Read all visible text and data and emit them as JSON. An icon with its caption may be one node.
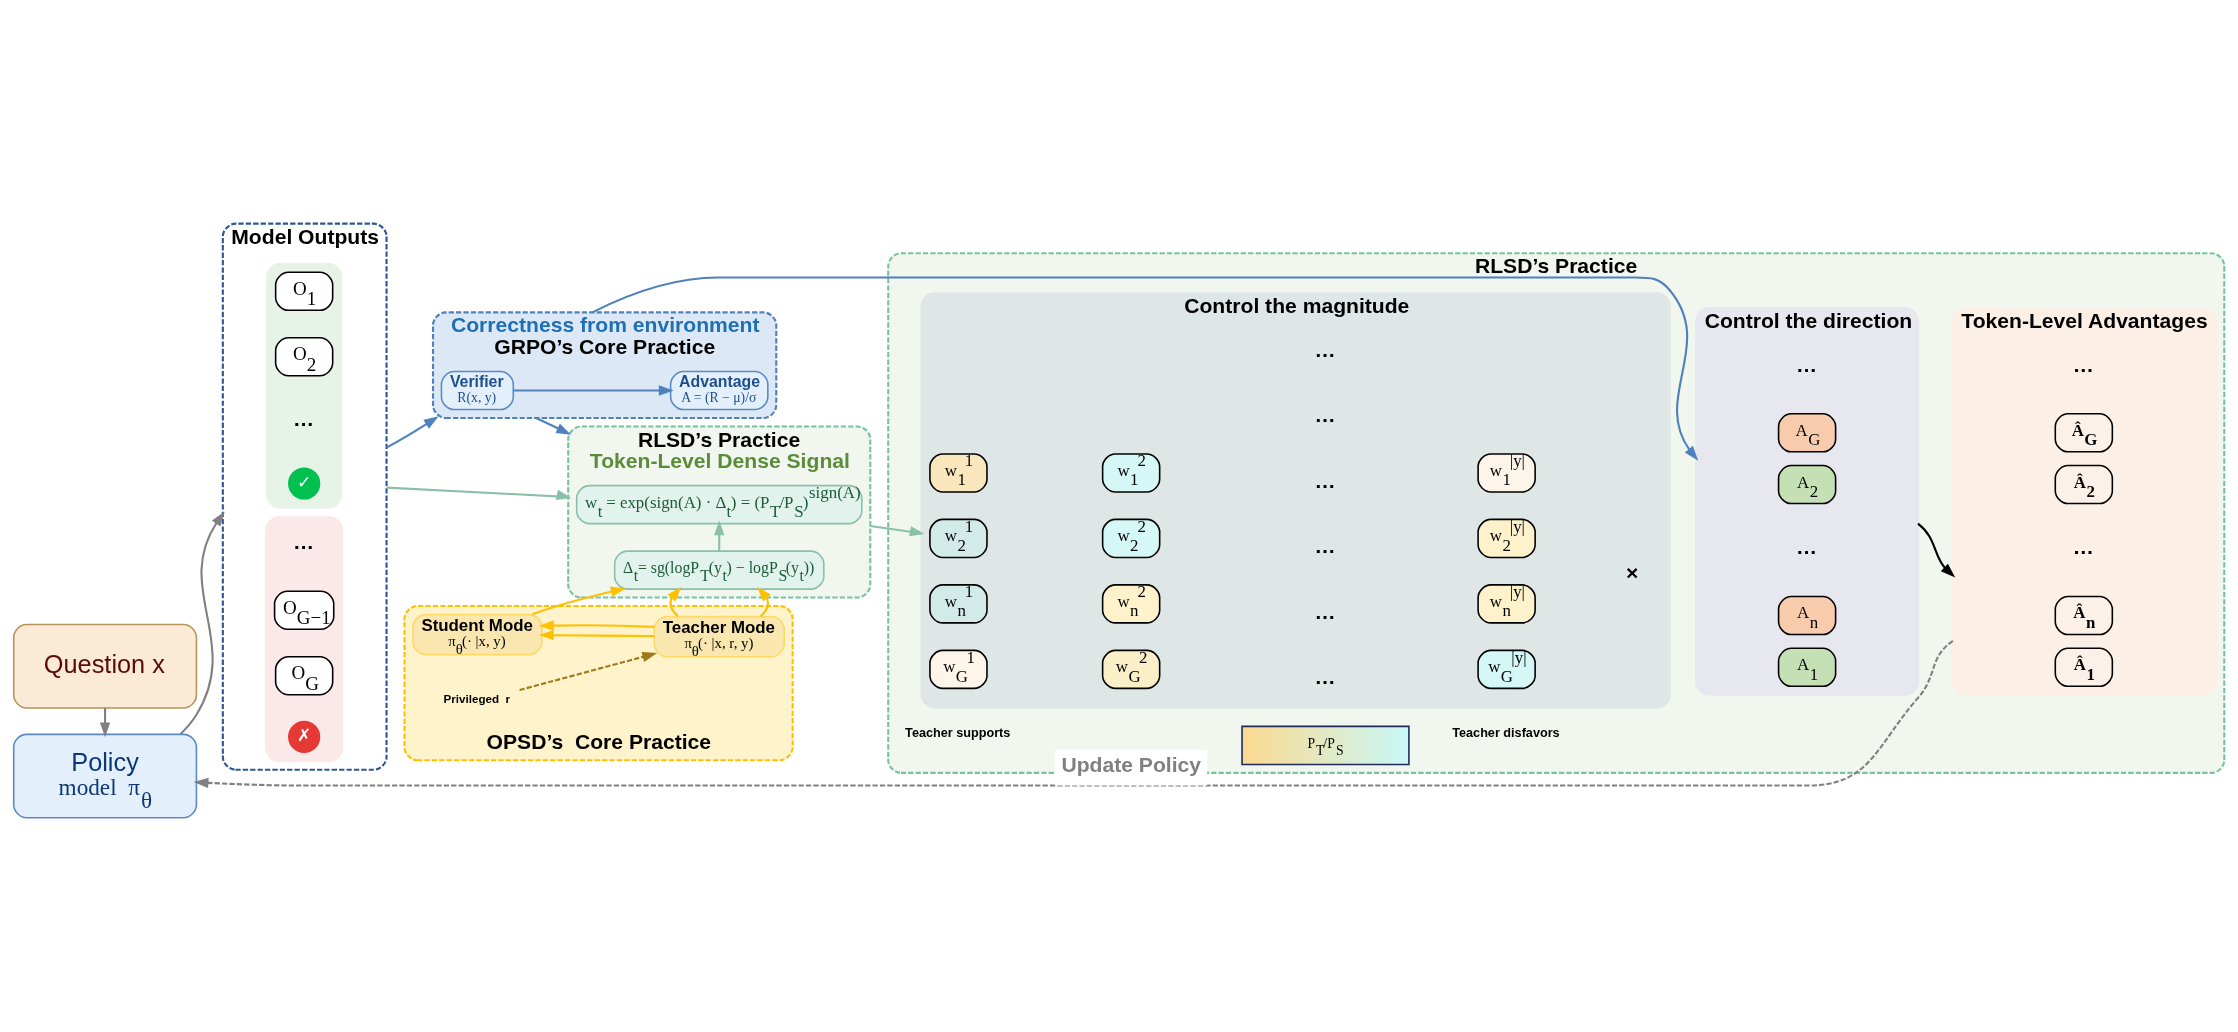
{
  "diagram": {
    "nodes": [
      {
        "text": [
          "Policy",
          "model  π$_{θ}$"
        ]
      },
      {
        "text": [
          "Question x"
        ]
      },
      {
        "text": [
          "Model Outputs"
        ]
      },
      {
        "text": [],
        "shape": "box",
        "in": 2
      },
      {
        "text": [
          "O$_{1}$"
        ],
        "in": 3
      },
      {
        "text": [
          "O$_{2}$"
        ],
        "in": 3
      },
      {
        "text": [
          "✓"
        ],
        "in": 3
      },
      {
        "text": [],
        "shape": "box",
        "in": 2
      },
      {
        "text": [
          "O$_{G−1}$"
        ],
        "in": 7
      },
      {
        "text": [
          "O$_{G}$"
        ],
        "in": 7
      },
      {
        "text": [
          "✗"
        ],
        "in": 7
      },
      {
        "text": [
          "OPSD’s  Core Practice"
        ]
      },
      {
        "text": [
          "Student Mode",
          "π$_{θ}$(· |x, y)"
        ],
        "in": 11
      },
      {
        "text": [
          "Teacher Mode",
          "π$_{θ}$(· |x, r, y)"
        ],
        "in": 11
      },
      {
        "text": [
          "Privileged  r"
        ],
        "in": 11
      },
      {
        "text": [
          "RLSD’s Practice",
          "Token-Level Dense Signal"
        ]
      },
      {
        "text": [
          "Δ$_{t}$= sg(logP$_{T}$(y$_{t}$) − logP$_{S}$(y$_{t}$))"
        ],
        "in": 15
      },
      {
        "text": [
          "w$_{t}$ = exp(sign(A) · Δ$_{t}$) = (P$_{T}$/P$_{S}$)$^{sign(A)}$"
        ],
        "in": 15
      },
      {
        "text": [
          "Correctness from environment",
          "GRPO’s Core Practice"
        ]
      },
      {
        "text": [
          "Verifier",
          "R(x, y)"
        ],
        "in": 18
      },
      {
        "text": [
          "Advantage",
          "A = (R − μ)/σ"
        ],
        "in": 18
      },
      {
        "text": [
          "RLSD’s Practice"
        ]
      },
      {
        "text": [
          "Control the magnitude"
        ],
        "in": 21
      },
      {
        "text": [
          "w$_{1}$$^{1}$"
        ],
        "in": 22
      },
      {
        "text": [
          "w$_{1}$$^{2}$"
        ],
        "in": 22
      },
      {
        "text": [
          "w$_{1}$$^{|y|}$"
        ],
        "in": 22
      },
      {
        "text": [
          "w$_{2}$$^{1}$"
        ],
        "in": 22
      },
      {
        "text": [
          "w$_{2}$$^{2}$"
        ],
        "in": 22
      },
      {
        "text": [
          "w$_{2}$$^{|y|}$"
        ],
        "in": 22
      },
      {
        "text": [
          "w$_{n}$$^{1}$"
        ],
        "in": 22
      },
      {
        "text": [
          "w$_{n}$$^{2}$"
        ],
        "in": 22
      },
      {
        "text": [
          "w$_{n}$$^{|y|}$"
        ],
        "in": 22
      },
      {
        "text": [
          "w$_{G}$$^{1}$"
        ],
        "in": 22
      },
      {
        "text": [
          "w$_{G}$$^{2}$"
        ],
        "in": 22
      },
      {
        "text": [
          "w$_{G}$$^{|y|}$"
        ],
        "in": 22
      },
      {
        "text": [
          "P$_{T}$/P$_{S}$"
        ],
        "in": 21
      },
      {
        "text": [
          "Control the direction"
        ],
        "in": 21
      },
      {
        "text": [
          "A$_{1}$"
        ],
        "in": 36
      },
      {
        "text": [
          "A$_{2}$"
        ],
        "in": 36
      },
      {
        "text": [
          "A$_{n}$"
        ],
        "in": 36
      },
      {
        "text": [
          "A$_{G}$"
        ],
        "in": 36
      },
      {
        "text": [
          "Token-Level Advantages"
        ],
        "in": 21
      },
      {
        "text": [
          "Â$_{1}$"
        ],
        "in": 41
      },
      {
        "text": [
          "Â$_{2}$"
        ],
        "in": 41
      },
      {
        "text": [
          "Â$_{n}$"
        ],
        "in": 41
      },
      {
        "text": [
          "Â$_{G}$"
        ],
        "in": 41
      }
    ],
    "edges": [
      {
        "from": 1,
        "to": 0,
        "arrow": "to",
        "color": "#808080"
      },
      {
        "from": 0,
        "to": 2,
        "arrow": "to",
        "color": "#808080"
      },
      {
        "from": 2,
        "to": 15,
        "arrow": "to",
        "color": "#8abfa8"
      },
      {
        "from": 2,
        "to": 18,
        "arrow": "to",
        "color": "#4f81bd"
      },
      {
        "from": 13,
        "to": 12,
        "arrow": "to",
        "color": "#ffc000"
      },
      {
        "from": 13,
        "to": 12,
        "arrow": "to",
        "color": "#ffc000"
      },
      {
        "from": 14,
        "to": 13,
        "arrow": "to",
        "style": "dashed",
        "color": "#a07a1a"
      },
      {
        "from": 12,
        "to": 16,
        "arrow": "to",
        "color": "#ffc000"
      },
      {
        "from": 13,
        "to": 16,
        "arrow": "to",
        "color": "#ffc000"
      },
      {
        "from": 16,
        "to": 17,
        "arrow": "to",
        "color": "#8abfa8"
      },
      {
        "from": 18,
        "to": 15,
        "arrow": "to",
        "color": "#4f81bd"
      },
      {
        "from": 19,
        "to": 20,
        "arrow": "to",
        "color": "#4f81bd"
      },
      {
        "from": 15,
        "to": 22,
        "arrow": "to",
        "color": "#8abfa8"
      },
      {
        "from": 18,
        "to": 36,
        "arrow": "to",
        "color": "#4f81bd"
      },
      {
        "from": 36,
        "to": 41,
        "arrow": "to",
        "color": "#000000"
      },
      {
        "from": 41,
        "to": 0,
        "arrow": "to",
        "style": "dashed",
        "color": "#808080",
        "label": "Update Policy"
      }
    ],
    "labels": [
      "…",
      "…",
      "…",
      "…",
      "…",
      "…",
      "…",
      "…",
      "×",
      "…",
      "…",
      "…",
      "…",
      "Teacher supports",
      "Teacher disfavors"
    ]
  }
}
